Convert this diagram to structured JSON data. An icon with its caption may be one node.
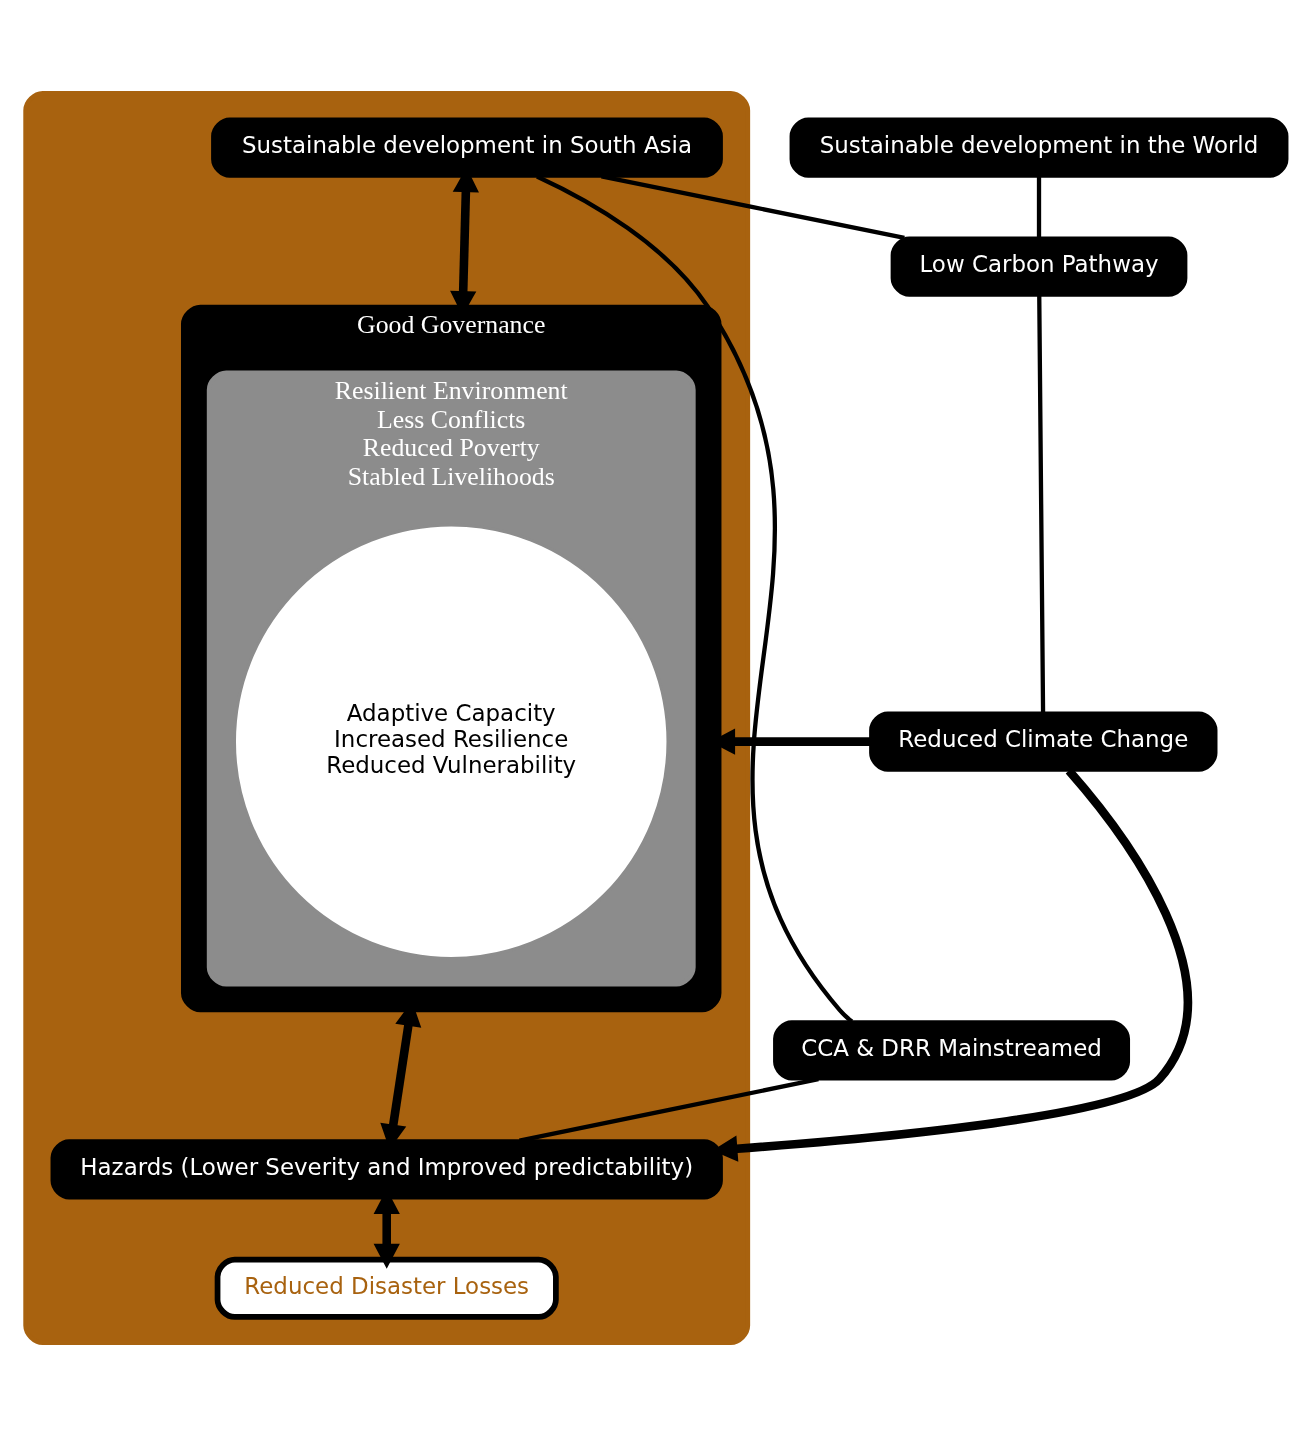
{
  "diagram": {
    "nodes": [
      {
        "text": [],
        "shape": "box"
      },
      {
        "text": [
          "Sustainable development in South Asia"
        ],
        "in": 0
      },
      {
        "text": [
          "Sustainable development in the World"
        ]
      },
      {
        "text": [
          "Good Governance"
        ],
        "in": 0
      },
      {
        "text": [
          "Resilient Environment",
          "Less Conflicts",
          "Reduced Poverty",
          "Stabled Livelihoods"
        ],
        "in": 3
      },
      {
        "text": [
          "Adaptive Capacity",
          "Increased Resilience",
          "Reduced Vulnerability"
        ],
        "in": 4
      },
      {
        "text": [
          "CCA & DRR Mainstreamed"
        ]
      },
      {
        "text": [
          "Low Carbon Pathway"
        ]
      },
      {
        "text": [
          "Reduced Climate Change"
        ]
      },
      {
        "text": [
          "Hazards (Lower Severity and Improved predictability)"
        ],
        "in": 0
      },
      {
        "text": [
          "Reduced Disaster Losses"
        ],
        "in": 0
      }
    ],
    "edges": [
      {
        "from": 1,
        "to": 3,
        "arrow": "both",
        "style": "thick"
      },
      {
        "from": 3,
        "to": 9,
        "arrow": "both",
        "style": "thick"
      },
      {
        "from": 9,
        "to": 10,
        "arrow": "both",
        "style": "thick"
      },
      {
        "from": 8,
        "to": 3,
        "arrow": "to",
        "style": "thick"
      },
      {
        "from": 8,
        "to": 9,
        "arrow": "to",
        "style": "thick"
      },
      {
        "from": 1,
        "to": 6,
        "arrow": "none"
      },
      {
        "from": 6,
        "to": 9,
        "arrow": "none"
      },
      {
        "from": 1,
        "to": 7,
        "arrow": "none"
      },
      {
        "from": 2,
        "to": 7,
        "arrow": "none"
      },
      {
        "from": 7,
        "to": 8,
        "arrow": "none"
      }
    ]
  }
}
